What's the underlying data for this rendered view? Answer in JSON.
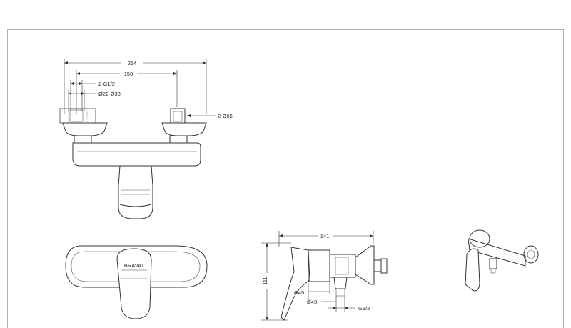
{
  "drawing": {
    "front_view": {
      "dims": {
        "overall_width": "214",
        "centers": "150",
        "inlet_thread": "2-G1/2",
        "eccentric_range": "Ø22-Ø38",
        "escutcheon": "2-Ø65"
      }
    },
    "side_view": {
      "dims": {
        "depth": "141",
        "height": "111",
        "cartridge_dia": "Ø45",
        "nut_dia": "Ø43",
        "outlet_thread": "G1/2"
      }
    },
    "logo_text": "BRAVAT"
  }
}
